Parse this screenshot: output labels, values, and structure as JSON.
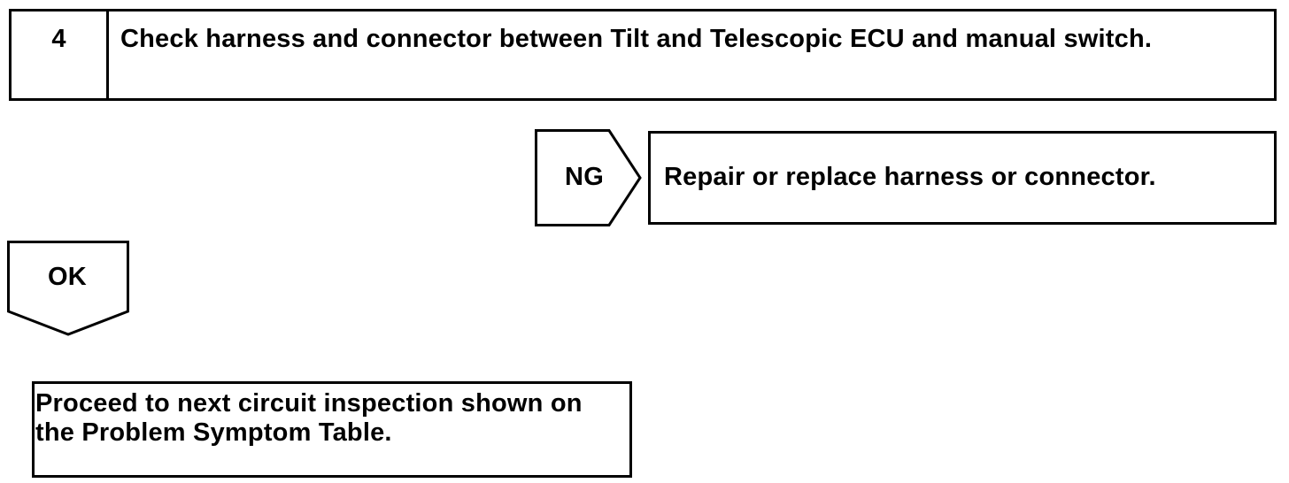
{
  "step": {
    "number": "4",
    "title": "Check harness and connector between Tilt and Telescopic ECU and manual switch."
  },
  "ng": {
    "label": "NG",
    "action": "Repair or replace harness or connector."
  },
  "ok": {
    "label": "OK"
  },
  "next": {
    "text": "Proceed to next circuit inspection shown on the Problem Symptom Table."
  },
  "colors": {
    "line": "#000000",
    "background": "#ffffff"
  }
}
